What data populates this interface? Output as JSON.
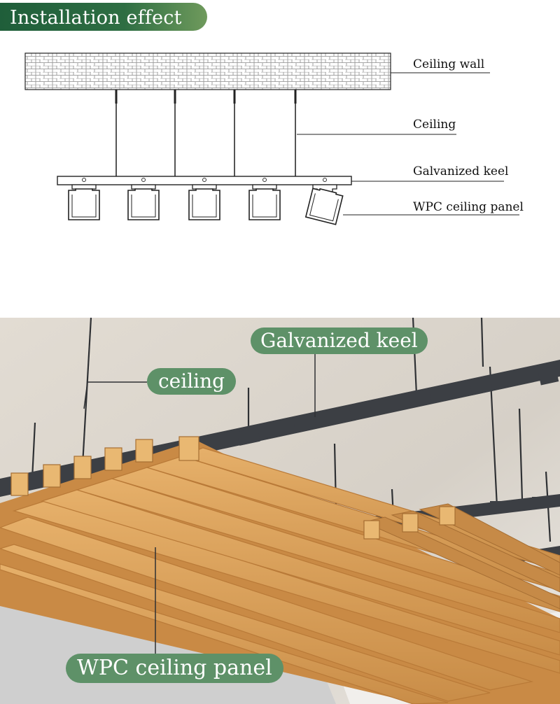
{
  "header": {
    "title": "Installation effect"
  },
  "diagram": {
    "labels": {
      "ceiling_wall": "Ceiling wall",
      "ceiling": "Ceiling",
      "galvanized_keel": "Galvanized keel",
      "wpc_panel": "WPC ceiling panel"
    }
  },
  "photo": {
    "callouts": {
      "galvanized_keel": "Galvanized keel",
      "ceiling": "ceiling",
      "wpc_panel": "WPC ceiling panel"
    }
  },
  "colors": {
    "accent_green": "#5e9168",
    "title_green": "#1f5e3a",
    "panel_wood": "#d9a25e",
    "keel_dark": "#3c3f44"
  }
}
